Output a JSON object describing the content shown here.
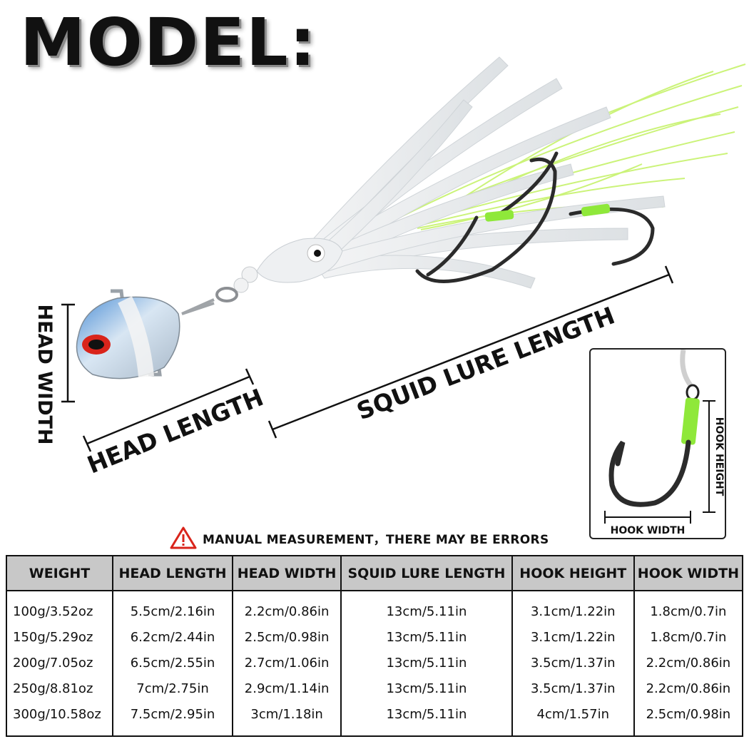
{
  "headline": "MODEL:",
  "diagram": {
    "labels": {
      "head_width": "HEAD WIDTH",
      "head_length": "HEAD LENGTH",
      "squid_lure_length": "SQUID LURE LENGTH",
      "hook_height": "HOOK HEIGHT",
      "hook_width": "HOOK WIDTH"
    },
    "colors": {
      "skirt": "#e9ecef",
      "flash": "#c6f26b",
      "head_blue": "#7fb2e0",
      "hook": "#2b2b2b",
      "thread": "#8fe83a"
    }
  },
  "warning": {
    "icon": "warning-triangle-icon",
    "text": "MANUAL MEASUREMENT，THERE MAY BE ERRORS",
    "color": "#d9241b"
  },
  "table": {
    "headers": [
      "WEIGHT",
      "HEAD LENGTH",
      "HEAD WIDTH",
      "SQUID LURE LENGTH",
      "HOOK HEIGHT",
      "HOOK WIDTH"
    ],
    "rows": [
      [
        "100g/3.52oz",
        "5.5cm/2.16in",
        "2.2cm/0.86in",
        "13cm/5.11in",
        "3.1cm/1.22in",
        "1.8cm/0.7in"
      ],
      [
        "150g/5.29oz",
        "6.2cm/2.44in",
        "2.5cm/0.98in",
        "13cm/5.11in",
        "3.1cm/1.22in",
        "1.8cm/0.7in"
      ],
      [
        "200g/7.05oz",
        "6.5cm/2.55in",
        "2.7cm/1.06in",
        "13cm/5.11in",
        "3.5cm/1.37in",
        "2.2cm/0.86in"
      ],
      [
        "250g/8.81oz",
        "7cm/2.75in",
        "2.9cm/1.14in",
        "13cm/5.11in",
        "3.5cm/1.37in",
        "2.2cm/0.86in"
      ],
      [
        "300g/10.58oz",
        "7.5cm/2.95in",
        "3cm/1.18in",
        "13cm/5.11in",
        "4cm/1.57in",
        "2.5cm/0.98in"
      ]
    ]
  }
}
